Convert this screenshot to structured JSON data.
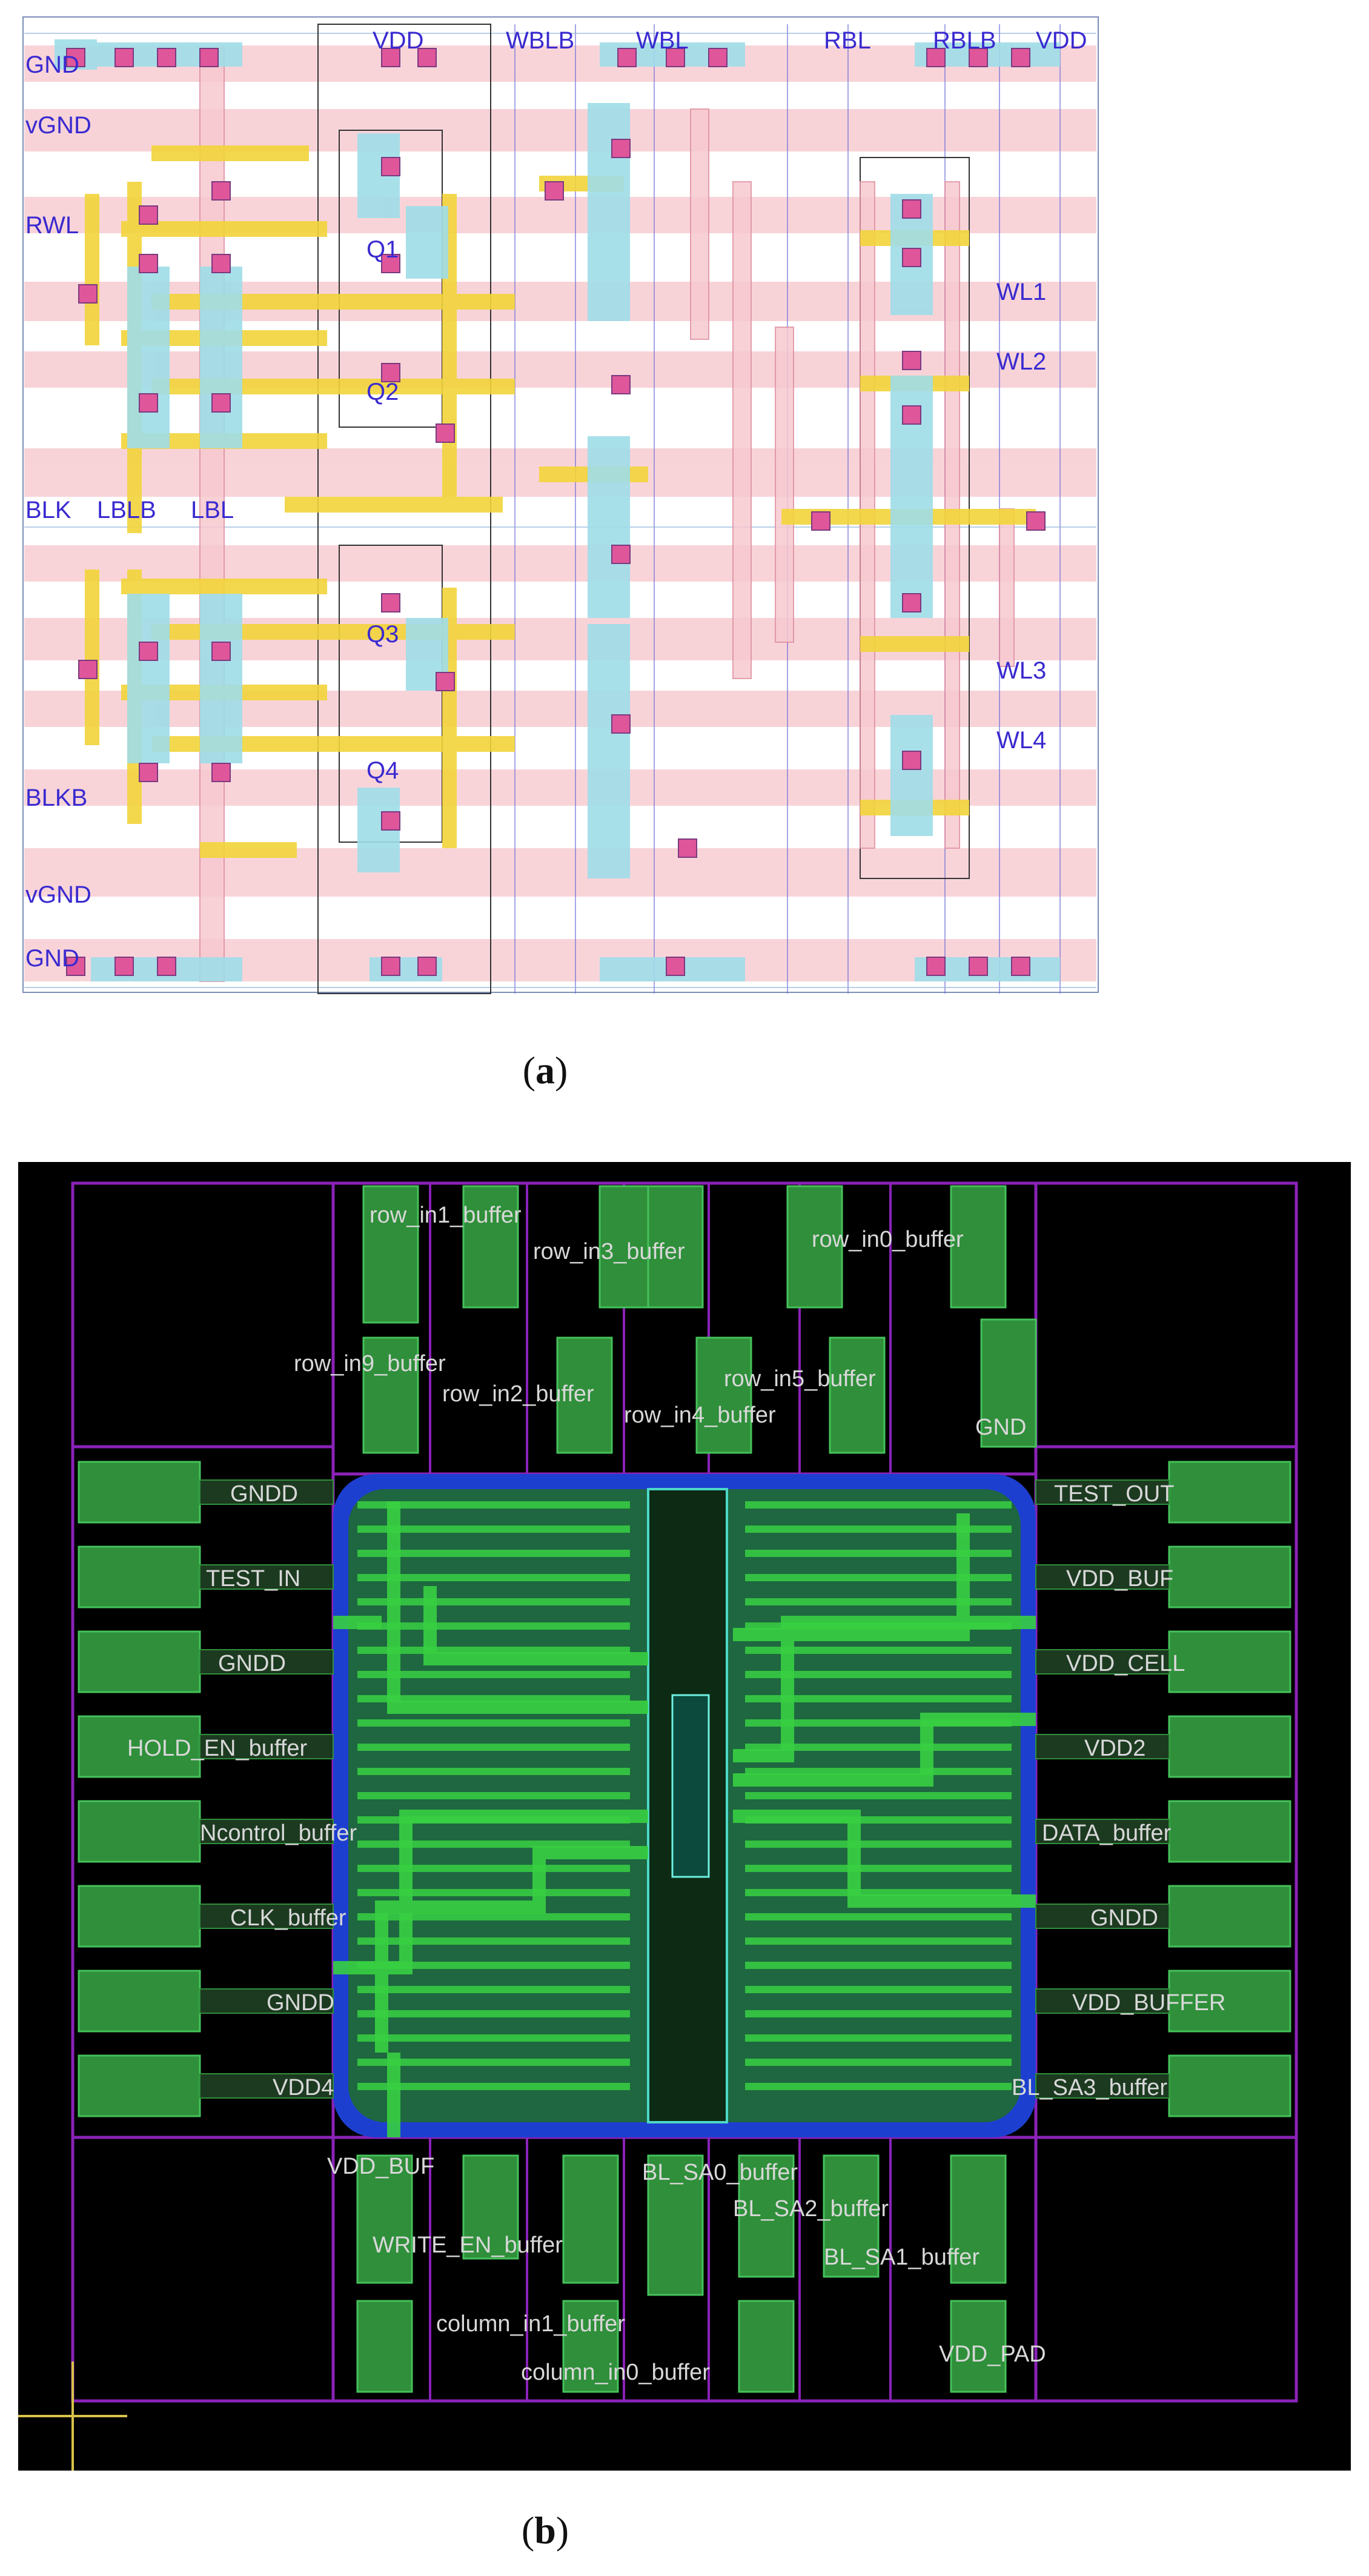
{
  "panel_a": {
    "caption": "a",
    "labels": {
      "gnd_top": "GND",
      "vgnd_top": "vGND",
      "rwl": "RWL",
      "blk": "BLK",
      "lblb": "LBLB",
      "lbl": "LBL",
      "blkb": "BLKB",
      "vgnd_bottom": "vGND",
      "gnd_bottom": "GND",
      "vdd_top": "VDD",
      "wblb": "WBLB",
      "wbl": "WBL",
      "rbl": "RBL",
      "rblb": "RBLB",
      "vdd_right": "VDD",
      "q1": "Q1",
      "q2": "Q2",
      "q3": "Q3",
      "q4": "Q4",
      "wl1": "WL1",
      "wl2": "WL2",
      "wl3": "WL3",
      "wl4": "WL4"
    },
    "colors": {
      "metal": "#f6c9cf",
      "poly": "#f2d43a",
      "diff": "#9fdde8",
      "contact": "#e0569a",
      "label": "#3a2ad0"
    }
  },
  "panel_b": {
    "caption": "b",
    "pads_top": [
      "row_in1_buffer",
      "row_in3_buffer",
      "row_in0_buffer",
      "row_in9_buffer",
      "row_in2_buffer",
      "row_in4_buffer",
      "row_in5_buffer",
      "GND"
    ],
    "pads_left": [
      "GNDD",
      "TEST_IN",
      "GNDD",
      "HOLD_EN_buffer",
      "Ncontrol_buffer",
      "CLK_buffer",
      "GNDD",
      "VDD4"
    ],
    "pads_right": [
      "TEST_OUT",
      "VDD_BUF",
      "VDD_CELL",
      "VDD2",
      "DATA_buffer",
      "GNDD",
      "VDD_BUFFER",
      "BL_SA3_buffer"
    ],
    "pads_bottom": [
      "VDD_BUF",
      "WRITE_EN_buffer",
      "BL_SA0_buffer",
      "BL_SA2_buffer",
      "BL_SA1_buffer",
      "column_in1_buffer",
      "column_in0_buffer",
      "VDD_PAD"
    ],
    "colors": {
      "background": "#000000",
      "pad": "#2f8f3a",
      "frame": "#8a22b8",
      "core": "#1d3fd0",
      "fill": "#38d043"
    }
  }
}
